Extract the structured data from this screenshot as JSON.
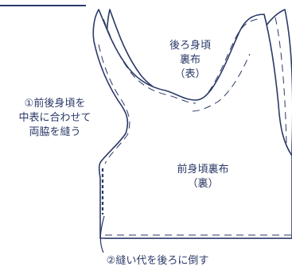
{
  "colors": {
    "stroke": "#2b3a67",
    "text": "#2b3a67",
    "background": "#ffffff"
  },
  "back_panel": {
    "lines": [
      "後ろ身頃",
      "裏布",
      "（表）"
    ]
  },
  "front_panel": {
    "lines": [
      "前身頃裏布",
      "（裏）"
    ]
  },
  "step1": {
    "lines": [
      "①前後身頃を",
      "中表に合わせて",
      "両脇を縫う"
    ]
  },
  "step2": {
    "text": "②縫い代を後ろに倒す"
  }
}
